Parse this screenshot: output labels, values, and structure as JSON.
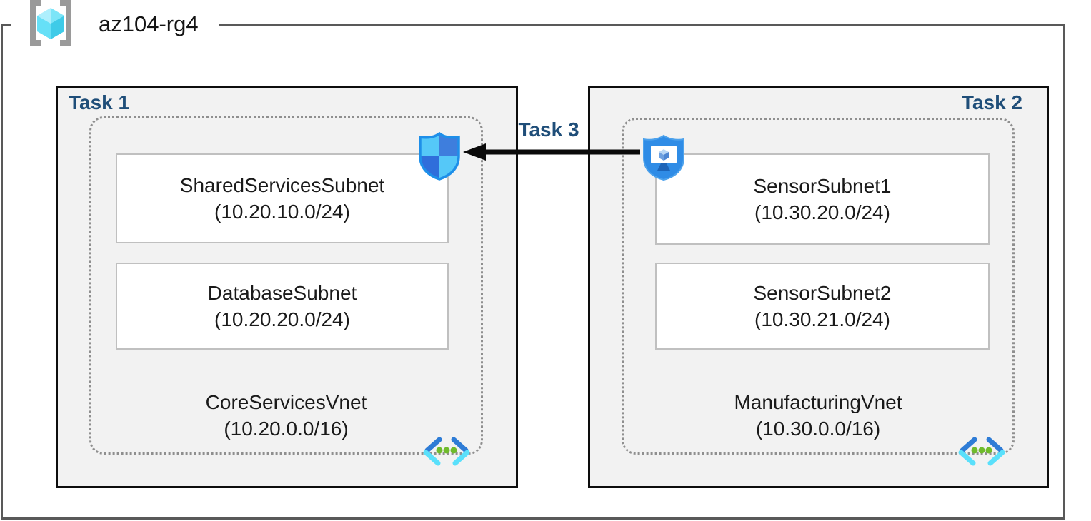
{
  "diagram": {
    "resource_group": {
      "name": "az104-rg4"
    },
    "tasks": {
      "task1": "Task 1",
      "task2": "Task 2"
    },
    "vnets": [
      {
        "name": "CoreServicesVnet",
        "cidr": "(10.20.0.0/16)",
        "task_label": "Task 1",
        "subnets": [
          {
            "name": "SharedServicesSubnet",
            "cidr": "(10.20.10.0/24)"
          },
          {
            "name": "DatabaseSubnet",
            "cidr": "(10.20.20.0/24)"
          }
        ]
      },
      {
        "name": "ManufacturingVnet",
        "cidr": "(10.30.0.0/16)",
        "task_label": "Task 2",
        "subnets": [
          {
            "name": "SensorSubnet1",
            "cidr": "(10.30.20.0/24)"
          },
          {
            "name": "SensorSubnet2",
            "cidr": "(10.30.21.0/24)"
          }
        ]
      }
    ],
    "connection": {
      "label": "Task 3",
      "from_icon": "application-security-group-icon",
      "to_icon": "network-security-group-icon",
      "direction": "right-to-left"
    },
    "icons": {
      "resource_group": "resource-group-icon",
      "virtual_network": "virtual-network-icon",
      "nsg": "network-security-group-icon",
      "asg": "application-security-group-icon"
    },
    "colors": {
      "task_label": "#1F4E79",
      "box_fill": "#F2F2F2",
      "box_border": "#0d0d0d",
      "outer_border": "#595959",
      "dotted_border": "#8F8F8F",
      "subnet_border": "#C0C0C0",
      "nsg_cyan": "#55C8F8",
      "nsg_blue": "#3E7EDD",
      "asg_blue": "#2F8CE6",
      "vnet_dark_blue": "#2E7CD6",
      "vnet_cyan": "#5AE0FB",
      "vnet_green": "#6FBB2C",
      "rg_cyan": "#66E0F7"
    }
  }
}
